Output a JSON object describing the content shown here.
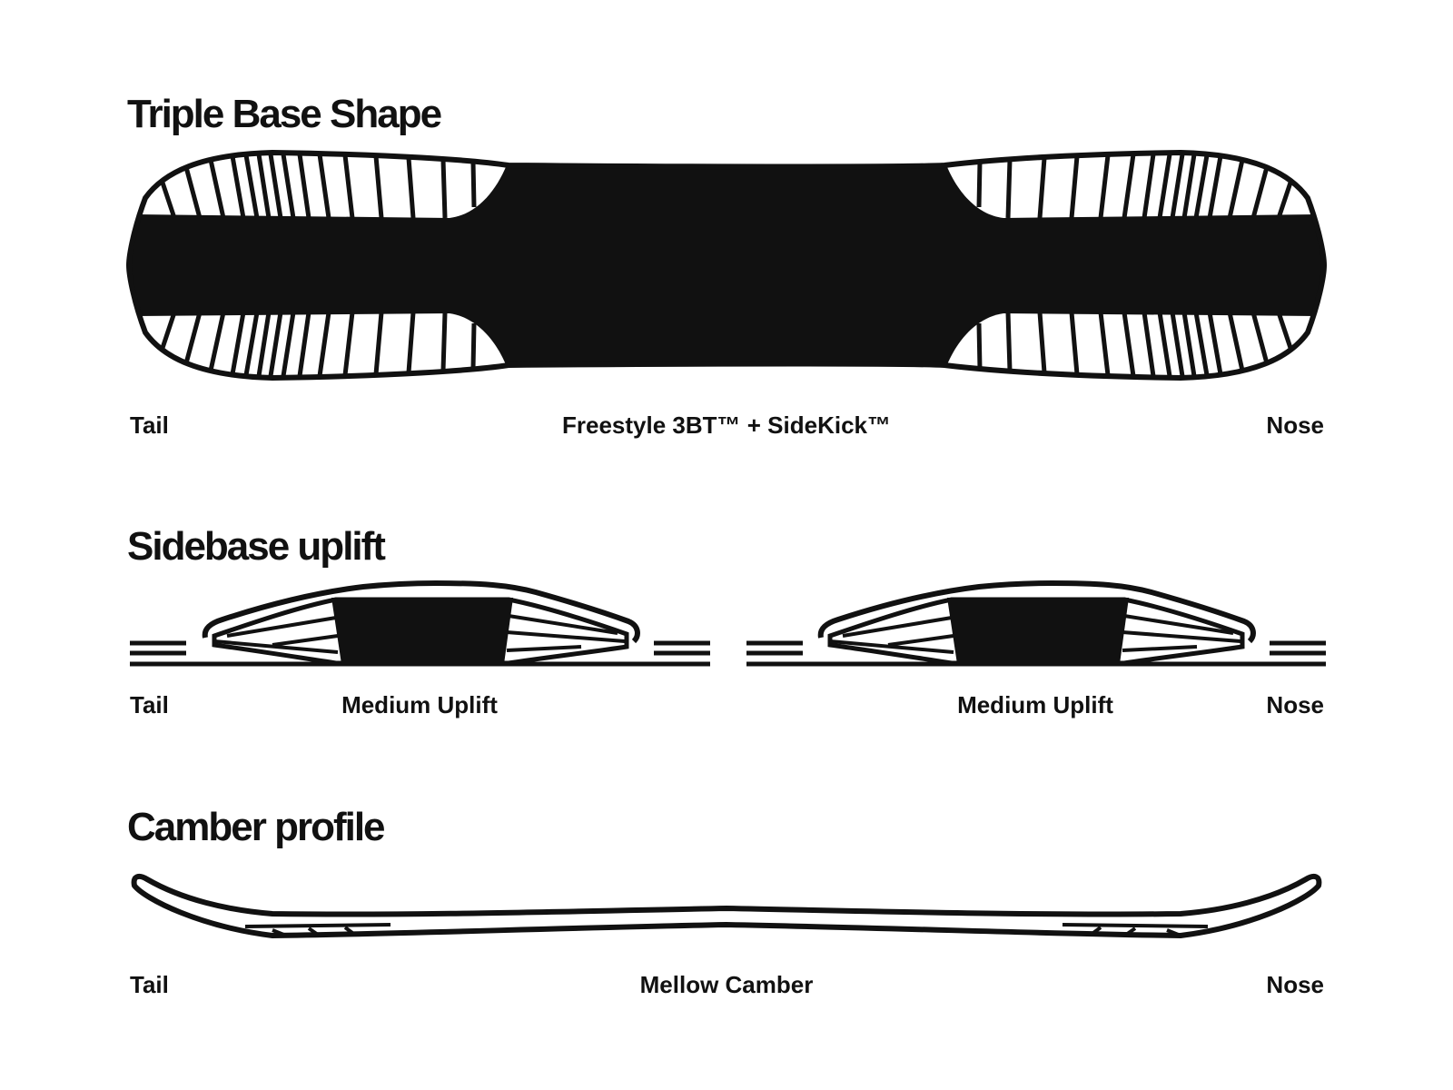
{
  "sections": {
    "base_shape": {
      "title": "Triple Base Shape",
      "label_left": "Tail",
      "label_center": "Freestyle 3BT™ + SideKick™",
      "label_right": "Nose"
    },
    "sidebase": {
      "title": "Sidebase uplift",
      "label_left": "Tail",
      "label_left_uplift": "Medium Uplift",
      "label_right_uplift": "Medium Uplift",
      "label_right": "Nose"
    },
    "camber": {
      "title": "Camber profile",
      "label_left": "Tail",
      "label_center": "Mellow Camber",
      "label_right": "Nose"
    }
  },
  "colors": {
    "ink": "#111111",
    "background": "#ffffff"
  }
}
